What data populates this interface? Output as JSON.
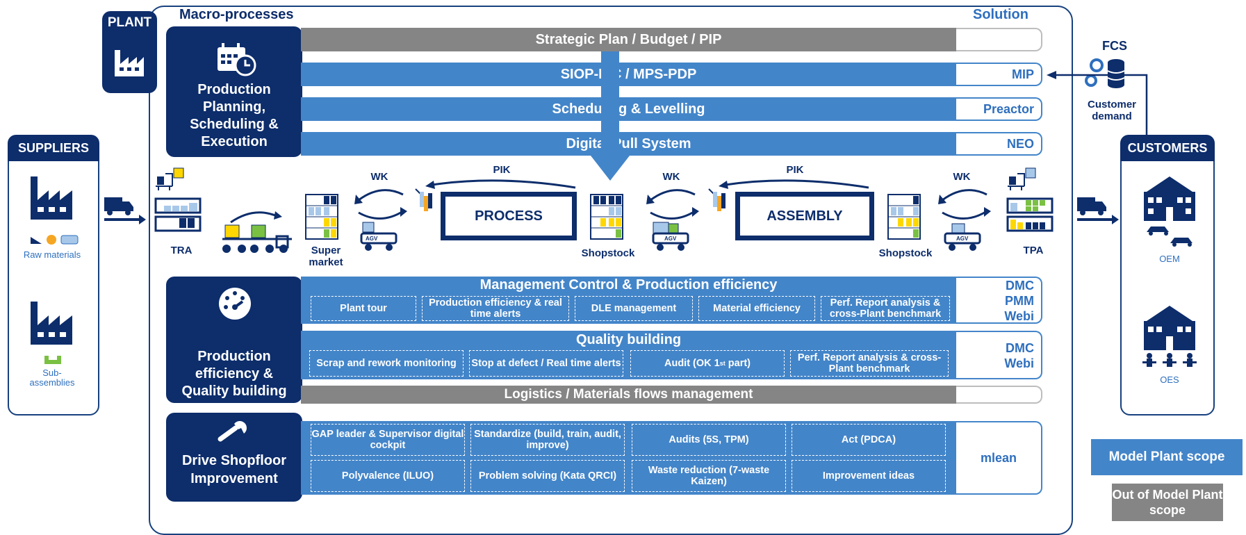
{
  "header": {
    "plant": "PLANT",
    "macro_processes": "Macro-processes",
    "solution": "Solution"
  },
  "side": {
    "suppliers": "SUPPLIERS",
    "raw_materials": "Raw materials",
    "sub_assemblies": "Sub-assemblies",
    "customers": "CUSTOMERS",
    "oem": "OEM",
    "oes": "OES",
    "fcs": "FCS",
    "customer_demand": "Customer demand"
  },
  "planning": {
    "title": "Production Planning, Scheduling & Execution",
    "bars": [
      {
        "label": "Strategic Plan / Budget / PIP",
        "solution": ""
      },
      {
        "label": "SIOP-PIC / MPS-PDP",
        "solution": "MIP"
      },
      {
        "label": "Scheduling & Levelling",
        "solution": "Preactor"
      },
      {
        "label": "Digital Pull System",
        "solution": "NEO"
      }
    ]
  },
  "flow": {
    "tra": "TRA",
    "supermarket": "Super market",
    "wk": "WK",
    "pik": "PIK",
    "agv": "AGV",
    "process": "PROCESS",
    "assembly": "ASSEMBLY",
    "shopstock": "Shopstock",
    "tpa": "TPA"
  },
  "efficiency": {
    "title": "Production efficiency & Quality building",
    "mgmt_title": "Management Control & Production efficiency",
    "mgmt_items": [
      "Plant tour",
      "Production efficiency & real time alerts",
      "DLE management",
      "Material efficiency",
      "Perf. Report analysis & cross-Plant benchmark"
    ],
    "mgmt_solution": [
      "DMC",
      "PMM",
      "Webi"
    ],
    "quality_title": "Quality building",
    "quality_items": [
      "Scrap and rework monitoring",
      "Stop at defect / Real time alerts",
      "Audit (OK 1st part)",
      "Perf. Report analysis & cross-Plant benchmark"
    ],
    "quality_solution": [
      "DMC",
      "Webi"
    ],
    "logistics": "Logistics / Materials flows management"
  },
  "drive": {
    "title": "Drive Shopfloor Improvement",
    "items": [
      "GAP leader & Supervisor digital cockpit",
      "Standardize (build, train, audit, improve)",
      "Audits (5S, TPM)",
      "Act (PDCA)",
      "Polyvalence (ILUO)",
      "Problem solving (Kata QRCI)",
      "Waste reduction (7-waste Kaizen)",
      "Improvement ideas"
    ],
    "solution": "mlean"
  },
  "legend": {
    "in_scope": "Model Plant scope",
    "out_scope": "Out of Model Plant scope"
  },
  "colors": {
    "navy": "#0d2d6b",
    "blue": "#4385c9",
    "gray": "#858585",
    "solution_text": "#2e6fbe",
    "yellow": "#ffd700",
    "green": "#7ac143",
    "light_blue": "#a8c8ea"
  }
}
